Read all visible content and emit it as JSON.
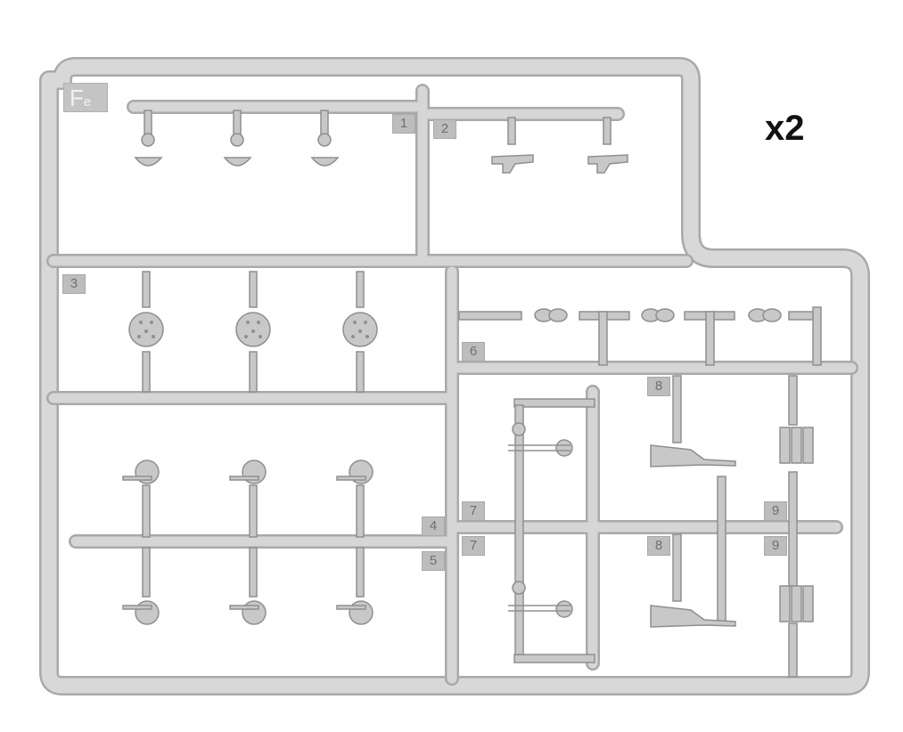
{
  "quantity_label": "x2",
  "sprue_code": {
    "letter": "F",
    "suffix": "e"
  },
  "part_numbers": [
    "1",
    "2",
    "3",
    "4",
    "5",
    "6",
    "7",
    "7",
    "8",
    "8",
    "9",
    "9"
  ],
  "colors": {
    "plastic": "#d2d2d2",
    "plastic_edge": "#a8a8a8",
    "label_bg": "#bdbdbd",
    "label_text": "#6f6f6f",
    "background": "#ffffff",
    "quantity_text": "#111111"
  }
}
